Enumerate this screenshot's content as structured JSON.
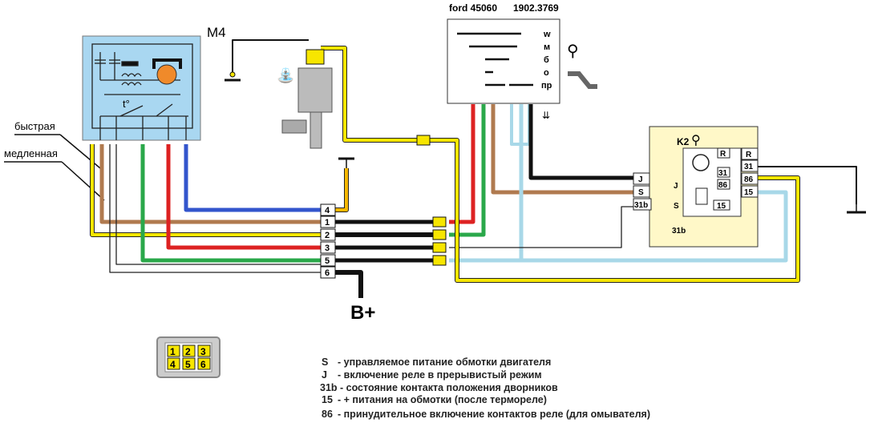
{
  "motor": {
    "label": "M4",
    "temp_symbol": "t°"
  },
  "switch": {
    "part_label": "ford 45060",
    "part_number": "1902.3769",
    "positions": [
      "w",
      "м",
      "б",
      "о",
      "пр"
    ]
  },
  "relay": {
    "label": "K2",
    "pins": {
      "r": "R",
      "p31": "31",
      "p86": "86",
      "p15": "15",
      "j": "J",
      "s": "S",
      "p31b": "31b",
      "r_ext": "R",
      "p31_ext": "31",
      "p86_ext": "86",
      "p15_ext": "15"
    }
  },
  "speed_labels": {
    "fast": "быстрая",
    "slow": "медленная"
  },
  "connector": {
    "pins": [
      "4",
      "1",
      "2",
      "3",
      "5",
      "6"
    ],
    "plug_pins": [
      "1",
      "2",
      "3",
      "4",
      "5",
      "6"
    ]
  },
  "battery": {
    "label": "B+"
  },
  "legend": [
    {
      "key": "S",
      "text": "- управляемое питание обмотки двигателя"
    },
    {
      "key": "J",
      "text": "- включение реле в прерывистый режим"
    },
    {
      "key": "31b",
      "text": "- состояние контакта положения дворников"
    },
    {
      "key": "15",
      "text": "- + питания на обмотки (после термореле)"
    },
    {
      "key": "86",
      "text": "- принудительное включение контактов реле (для омывателя)"
    }
  ],
  "colors": {
    "yellow": "#f7e600",
    "brown": "#b07a4f",
    "blue": "#3355cc",
    "green": "#2aa84a",
    "red": "#dd2222",
    "black": "#111111",
    "lightblue": "#a8d8e8",
    "motor_bg": "#a9d7f1",
    "relay_bg": "#fff8c8"
  }
}
